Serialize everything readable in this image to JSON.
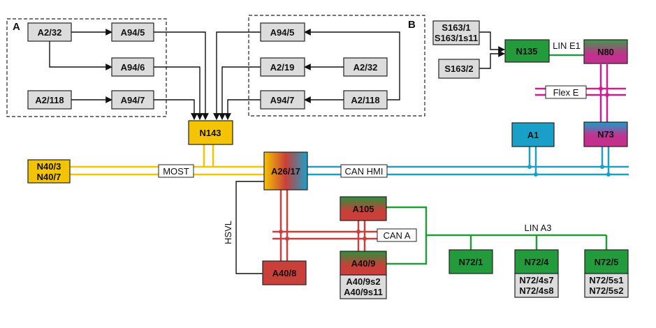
{
  "groups": {
    "a": "A",
    "b": "B"
  },
  "nodes": {
    "a2_32_left": "A2/32",
    "a94_5_left": "A94/5",
    "a94_6": "A94/6",
    "a2_118_left": "A2/118",
    "a94_7_left": "A94/7",
    "a94_5_right": "A94/5",
    "a2_19": "A2/19",
    "a2_32_right": "A2/32",
    "a94_7_right": "A94/7",
    "a2_118_right": "A2/118",
    "s163_1_line1": "S163/1",
    "s163_1_line2": "S163/1s11",
    "s163_2": "S163/2",
    "n135": "N135",
    "n80": "N80",
    "n143": "N143",
    "n40_line1": "N40/3",
    "n40_line2": "N40/7",
    "a26_17": "A26/17",
    "a1": "A1",
    "n73": "N73",
    "a105": "A105",
    "a40_9": "A40/9",
    "a40_9_sub1": "A40/9s2",
    "a40_9_sub2": "A40/9s11",
    "a40_8": "A40/8",
    "n72_1": "N72/1",
    "n72_4": "N72/4",
    "n72_4_sub1": "N72/4s7",
    "n72_4_sub2": "N72/4s8",
    "n72_5": "N72/5",
    "n72_5_sub1": "N72/5s1",
    "n72_5_sub2": "N72/5s2"
  },
  "buses": {
    "lin_e1": "LIN E1",
    "flex_e": "Flex E",
    "most": "MOST",
    "can_hmi": "CAN HMI",
    "can_a": "CAN A",
    "lin_a3": "LIN A3",
    "hsvl": "HSVL"
  },
  "colors": {
    "most_yellow": "#f5c400",
    "can_hmi_blue": "#1a9fc9",
    "can_a_red": "#c9403a",
    "lin_green": "#239a3b",
    "flex_magenta": "#cc1f8f",
    "module_grey": "#dcdcdc"
  }
}
